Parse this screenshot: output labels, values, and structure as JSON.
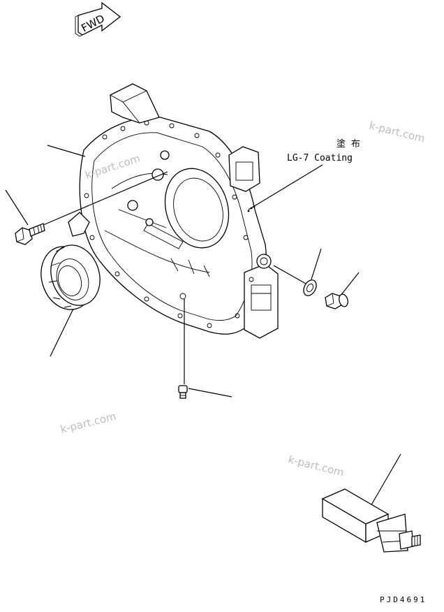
{
  "direction_marker": {
    "text": "FWD"
  },
  "annotation": {
    "japanese": "塗 布",
    "english": "LG-7 Coating"
  },
  "watermarks": [
    "k-part.com",
    "k-part.com",
    "k-part.com",
    "k-part.com"
  ],
  "drawing_code": "PJD4691",
  "icons": [
    "forward-arrow-icon",
    "housing-icon",
    "oil-seal-icon",
    "bolt-icon",
    "gasket-icon",
    "plug-icon",
    "grease-nipple-icon",
    "tool-icon"
  ]
}
